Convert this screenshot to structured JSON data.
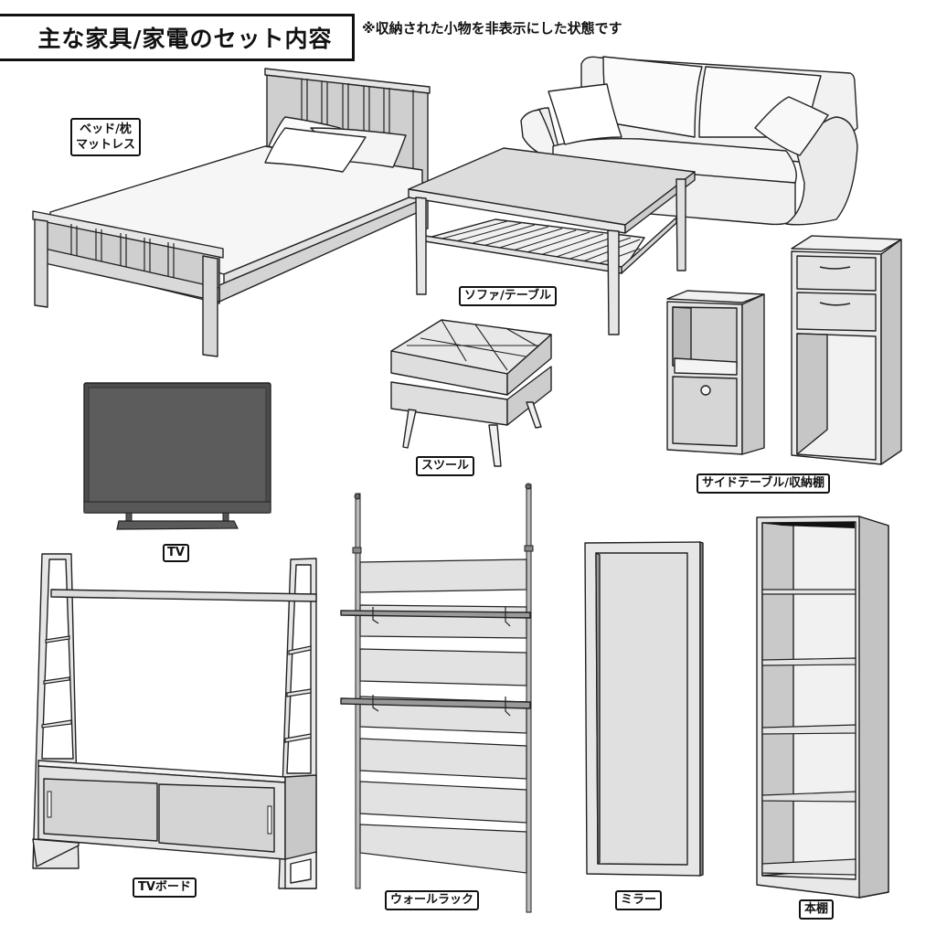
{
  "header": {
    "title": "主な家具/家電のセット内容",
    "note": "※収納された小物を非表示にした状態です"
  },
  "items": [
    {
      "id": "bed",
      "label_line1": "ベッド/枕",
      "label_line2": "マットレス"
    },
    {
      "id": "sofa-table",
      "label": "ソファ/テーブル"
    },
    {
      "id": "stool",
      "label": "スツール"
    },
    {
      "id": "side-table",
      "label": "サイドテーブル/収納棚"
    },
    {
      "id": "tv",
      "label": "TV"
    },
    {
      "id": "tv-board",
      "label": "TVボード"
    },
    {
      "id": "wall-rack",
      "label": "ウォールラック"
    },
    {
      "id": "mirror",
      "label": "ミラー"
    },
    {
      "id": "bookshelf",
      "label": "本棚"
    }
  ],
  "colors": {
    "outline": "#222222",
    "panel_light": "#e6e6e6",
    "panel_mid": "#cfcfcf",
    "panel_dark": "#b5b5b5",
    "tv_screen": "#5a5a5a"
  }
}
